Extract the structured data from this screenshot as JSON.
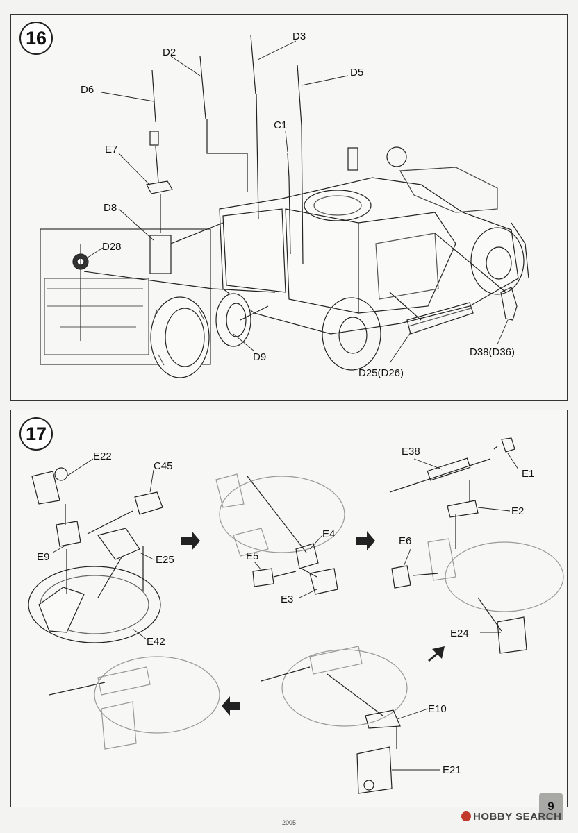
{
  "steps": [
    {
      "number": "16",
      "labels": {
        "D2": "D2",
        "D3": "D3",
        "D5": "D5",
        "D6": "D6",
        "C1": "C1",
        "E7": "E7",
        "D8": "D8",
        "D28": "D28",
        "D9": "D9",
        "D25": "D25(D26)",
        "D38": "D38(D36)"
      }
    },
    {
      "number": "17",
      "labels": {
        "E22": "E22",
        "C45": "C45",
        "E9": "E9",
        "E25": "E25",
        "E42": "E42",
        "E4": "E4",
        "E5": "E5",
        "E3": "E3",
        "E38": "E38",
        "E1": "E1",
        "E2": "E2",
        "E6": "E6",
        "E24": "E24",
        "E10": "E10",
        "E21": "E21"
      }
    }
  ],
  "page_number": "9",
  "footer_code": "2005",
  "watermark": "HOBBY SEARCH"
}
